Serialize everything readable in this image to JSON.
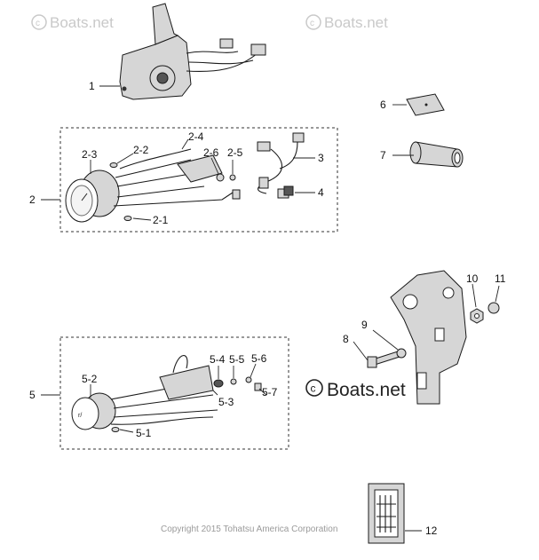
{
  "watermarks": {
    "top_left": "Boats.net",
    "top_right": "Boats.net",
    "main": "Boats.net"
  },
  "copyright": "Copyright 2015 Tohatsu America Corporation",
  "callouts": {
    "c1": "1",
    "c2": "2",
    "c2_1": "2-1",
    "c2_2": "2-2",
    "c2_3": "2-3",
    "c2_4": "2-4",
    "c2_5": "2-5",
    "c2_6": "2-6",
    "c3": "3",
    "c4": "4",
    "c5": "5",
    "c5_1": "5-1",
    "c5_2": "5-2",
    "c5_3": "5-3",
    "c5_4": "5-4",
    "c5_5": "5-5",
    "c5_6": "5-6",
    "c5_7": "5-7",
    "c6": "6",
    "c7": "7",
    "c8": "8",
    "c9": "9",
    "c10": "10",
    "c11": "11",
    "c12": "12"
  }
}
